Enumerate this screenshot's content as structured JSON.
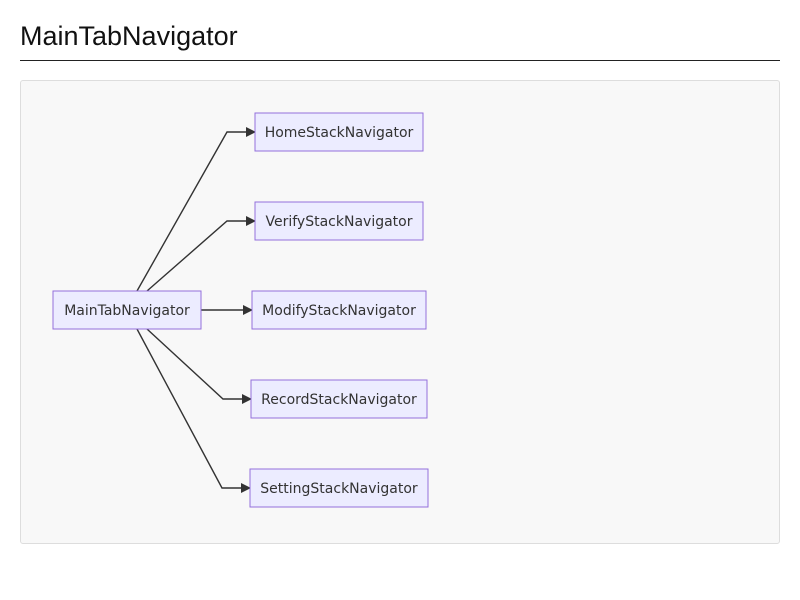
{
  "page": {
    "title": "MainTabNavigator"
  },
  "diagram": {
    "type": "flowchart",
    "direction": "left-to-right",
    "colors": {
      "node_fill": "#ececff",
      "node_border": "#9370db",
      "edge": "#333333",
      "panel_background": "#f8f8f8"
    },
    "nodes": [
      {
        "id": "main",
        "label": "MainTabNavigator"
      },
      {
        "id": "home",
        "label": "HomeStackNavigator"
      },
      {
        "id": "verify",
        "label": "VerifyStackNavigator"
      },
      {
        "id": "modify",
        "label": "ModifyStackNavigator"
      },
      {
        "id": "record",
        "label": "RecordStackNavigator"
      },
      {
        "id": "setting",
        "label": "SettingStackNavigator"
      }
    ],
    "edges": [
      {
        "from": "main",
        "to": "home"
      },
      {
        "from": "main",
        "to": "verify"
      },
      {
        "from": "main",
        "to": "modify"
      },
      {
        "from": "main",
        "to": "record"
      },
      {
        "from": "main",
        "to": "setting"
      }
    ]
  }
}
